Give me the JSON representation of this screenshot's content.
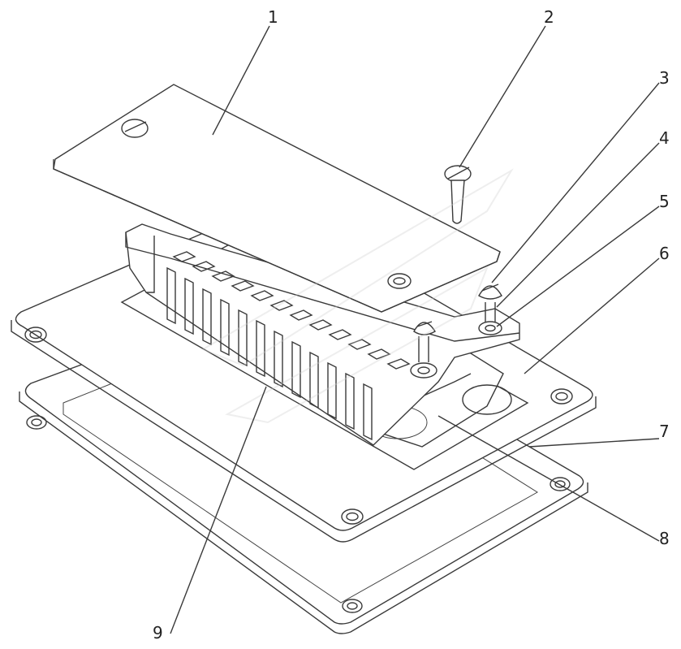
{
  "callouts": [
    {
      "id": "1",
      "text": "1"
    },
    {
      "id": "2",
      "text": "2"
    },
    {
      "id": "3",
      "text": "3"
    },
    {
      "id": "4",
      "text": "4"
    },
    {
      "id": "5",
      "text": "5"
    },
    {
      "id": "6",
      "text": "6"
    },
    {
      "id": "7",
      "text": "7"
    },
    {
      "id": "8",
      "text": "8"
    },
    {
      "id": "9",
      "text": "9"
    }
  ],
  "colors": {
    "line": "#3a3a3a",
    "fill": "#ffffff",
    "watermark": "#cfcfcf"
  }
}
